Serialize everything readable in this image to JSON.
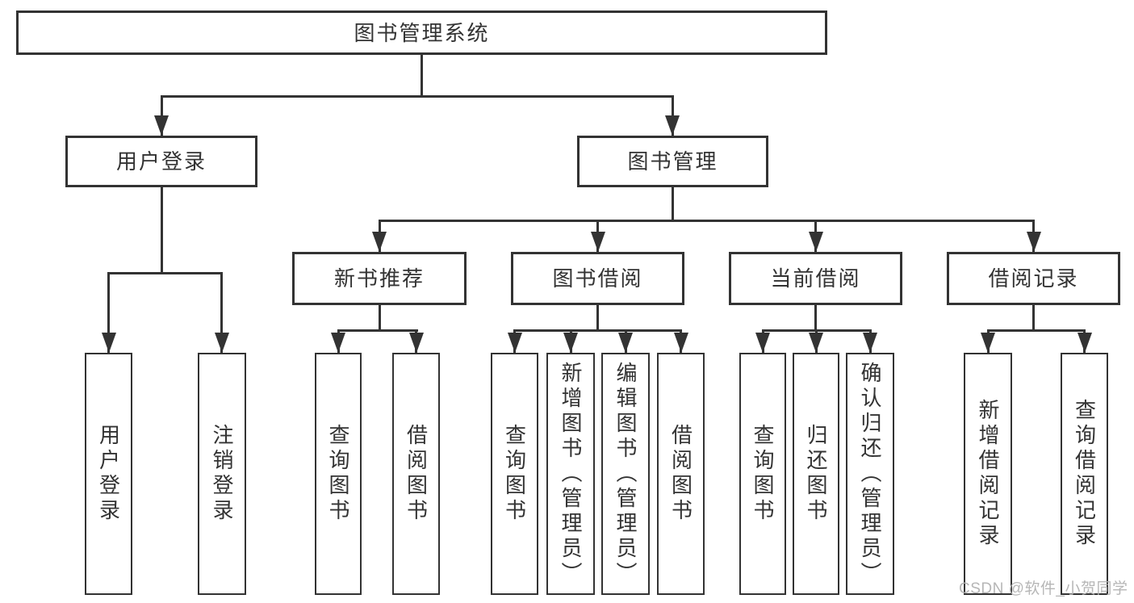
{
  "colors": {
    "line": "#333333",
    "box_fill": "#ffffff",
    "text": "#333333",
    "watermark": "#b3b3b3"
  },
  "tree": {
    "root": "图书管理系统",
    "branches": [
      {
        "label": "用户登录",
        "children": [
          "用户登录",
          "注销登录"
        ]
      },
      {
        "label": "图书管理",
        "modules": [
          {
            "label": "新书推荐",
            "children": [
              "查询图书",
              "借阅图书"
            ]
          },
          {
            "label": "图书借阅",
            "children": [
              "查询图书",
              "新增图书（管理员）",
              "编辑图书（管理员）",
              "借阅图书"
            ]
          },
          {
            "label": "当前借阅",
            "children": [
              "查询图书",
              "归还图书",
              "确认归还（管理员）"
            ]
          },
          {
            "label": "借阅记录",
            "children": [
              "新增借阅记录",
              "查询借阅记录"
            ]
          }
        ]
      }
    ]
  },
  "watermark": {
    "text": "CSDN @软件_小贺同学"
  }
}
